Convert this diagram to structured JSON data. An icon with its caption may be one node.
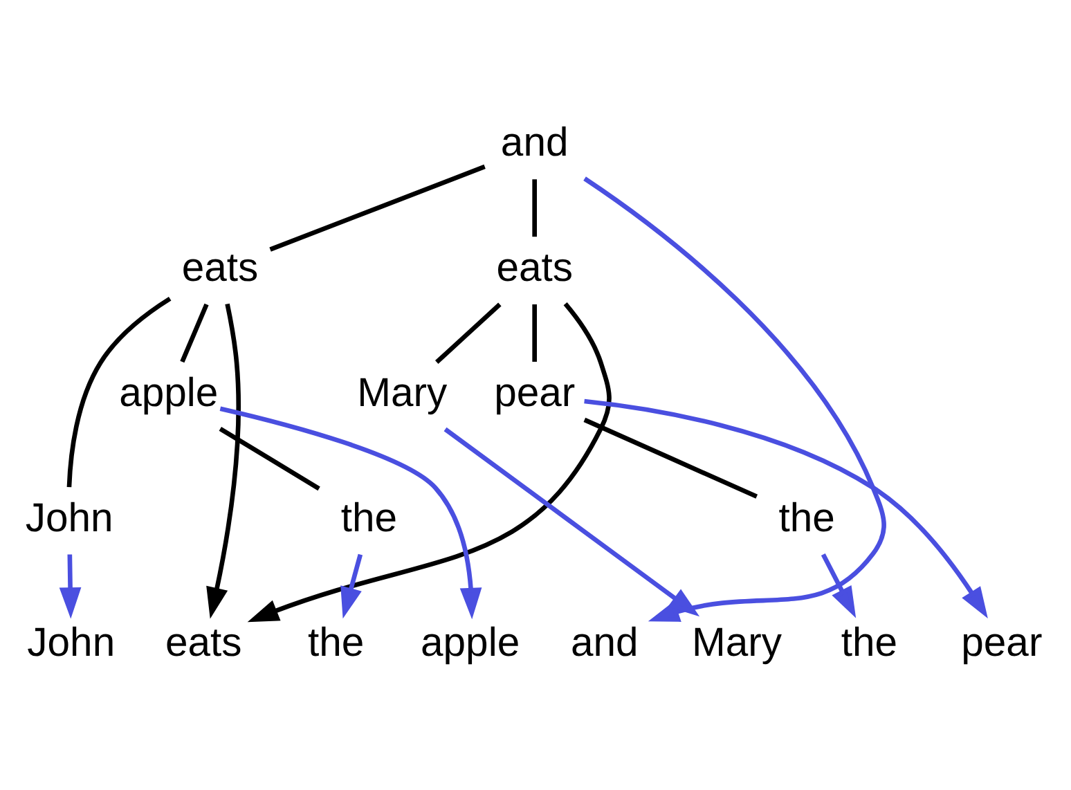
{
  "diagram": {
    "nodes": [
      {
        "text": [
          "and"
        ]
      },
      {
        "text": [
          "eats"
        ]
      },
      {
        "text": [
          "eats"
        ]
      },
      {
        "text": [
          "John"
        ]
      },
      {
        "text": [
          "apple"
        ]
      },
      {
        "text": [
          "the"
        ]
      },
      {
        "text": [
          "Mary"
        ]
      },
      {
        "text": [
          "pear"
        ]
      },
      {
        "text": [
          "the"
        ]
      },
      {
        "text": [
          "John"
        ]
      },
      {
        "text": [
          "eats"
        ]
      },
      {
        "text": [
          "the"
        ]
      },
      {
        "text": [
          "apple"
        ]
      },
      {
        "text": [
          "and"
        ]
      },
      {
        "text": [
          "Mary"
        ]
      },
      {
        "text": [
          "the"
        ]
      },
      {
        "text": [
          "pear"
        ]
      }
    ],
    "edges": [
      {
        "from": 0,
        "to": 1,
        "arrow": "none"
      },
      {
        "from": 0,
        "to": 2,
        "arrow": "none"
      },
      {
        "from": 1,
        "to": 3,
        "arrow": "none"
      },
      {
        "from": 1,
        "to": 4,
        "arrow": "none"
      },
      {
        "from": 4,
        "to": 5,
        "arrow": "none"
      },
      {
        "from": 2,
        "to": 6,
        "arrow": "none"
      },
      {
        "from": 2,
        "to": 7,
        "arrow": "none"
      },
      {
        "from": 7,
        "to": 8,
        "arrow": "none"
      },
      {
        "from": 3,
        "to": 9,
        "arrow": "to",
        "color": "#4a4fe0"
      },
      {
        "from": 1,
        "to": 10,
        "arrow": "to"
      },
      {
        "from": 5,
        "to": 11,
        "arrow": "to",
        "color": "#4a4fe0"
      },
      {
        "from": 4,
        "to": 12,
        "arrow": "to",
        "color": "#4a4fe0"
      },
      {
        "from": 0,
        "to": 13,
        "arrow": "to",
        "color": "#4a4fe0"
      },
      {
        "from": 6,
        "to": 14,
        "arrow": "to",
        "color": "#4a4fe0"
      },
      {
        "from": 8,
        "to": 15,
        "arrow": "to",
        "color": "#4a4fe0"
      },
      {
        "from": 7,
        "to": 16,
        "arrow": "to",
        "color": "#4a4fe0"
      },
      {
        "from": 2,
        "to": 10,
        "arrow": "to"
      }
    ]
  }
}
